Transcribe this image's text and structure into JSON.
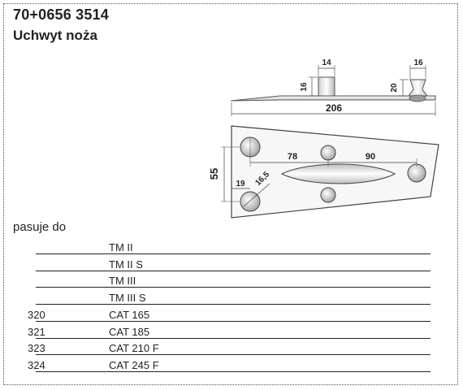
{
  "header": {
    "code": "70+0656 3514",
    "name": "Uchwyt noża"
  },
  "drawing": {
    "side_view": {
      "pin_width": "14",
      "pin_height": "16",
      "knob_width": "16",
      "knob_height": "20",
      "total_length": "206"
    },
    "top_view": {
      "height": "55",
      "offset_a": "78",
      "offset_b": "90",
      "hole_edge": "19",
      "hole_diameter": "16,5"
    }
  },
  "fits_label": "pasuje do",
  "fits": [
    {
      "number": "",
      "model": "TM II"
    },
    {
      "number": "",
      "model": "TM II S"
    },
    {
      "number": "",
      "model": "TM III"
    },
    {
      "number": "",
      "model": "TM III S"
    },
    {
      "number": "320",
      "model": "CAT 165"
    },
    {
      "number": "321",
      "model": "CAT 185"
    },
    {
      "number": "323",
      "model": "CAT 210 F"
    },
    {
      "number": "324",
      "model": "CAT 245 F"
    }
  ]
}
